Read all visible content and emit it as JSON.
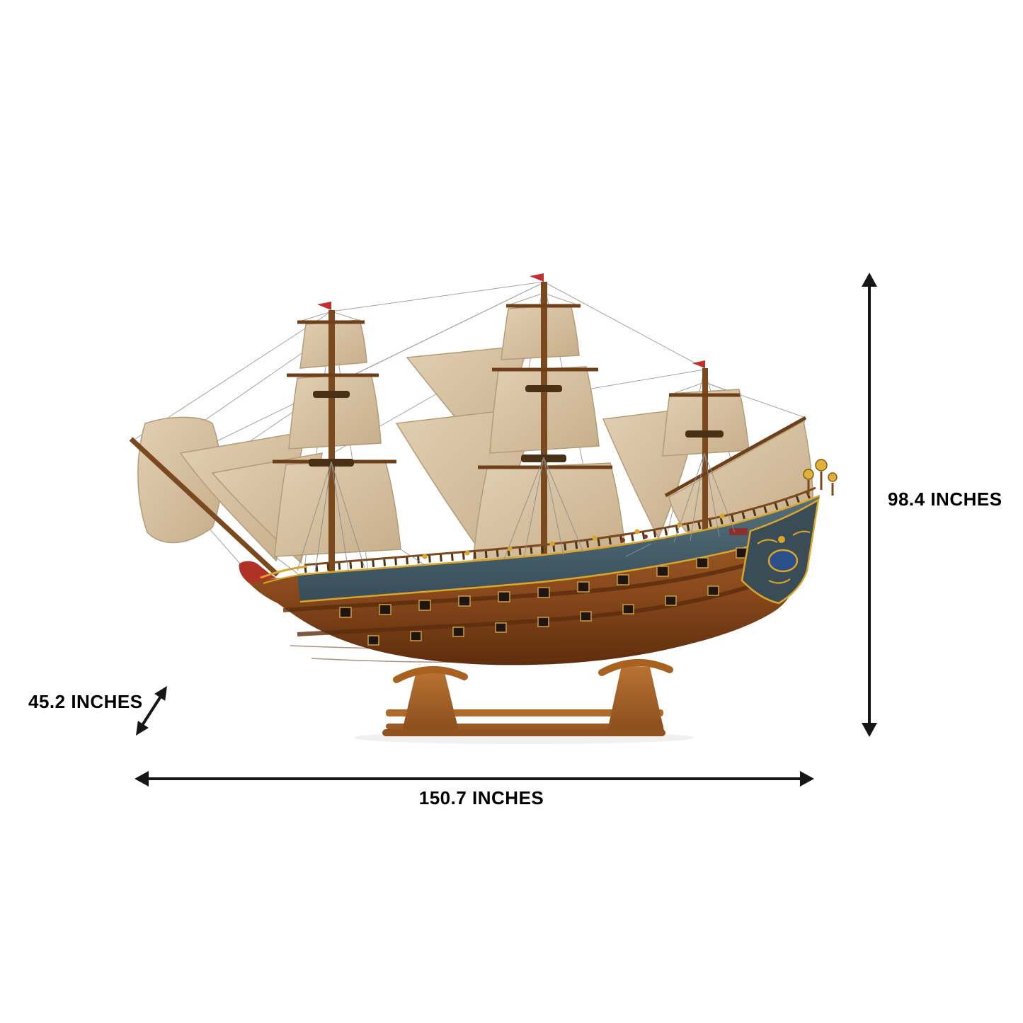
{
  "page": {
    "background": "#ffffff",
    "subject": "model-sailing-ship"
  },
  "ship": {
    "colors": {
      "hull_wood": "#8a4a1c",
      "hull_band": "#46606b",
      "sails": "#d8c3a3",
      "gold_trim": "#d9a62a",
      "stand_wood": "#a9611f",
      "accent_red": "#b03226",
      "rigging": "#9a9a9a"
    }
  },
  "dimensions": {
    "arrow_color": "#161616",
    "height_label": "98.4 INCHES",
    "length_label": "150.7 INCHES",
    "depth_label": "45.2 INCHES"
  }
}
